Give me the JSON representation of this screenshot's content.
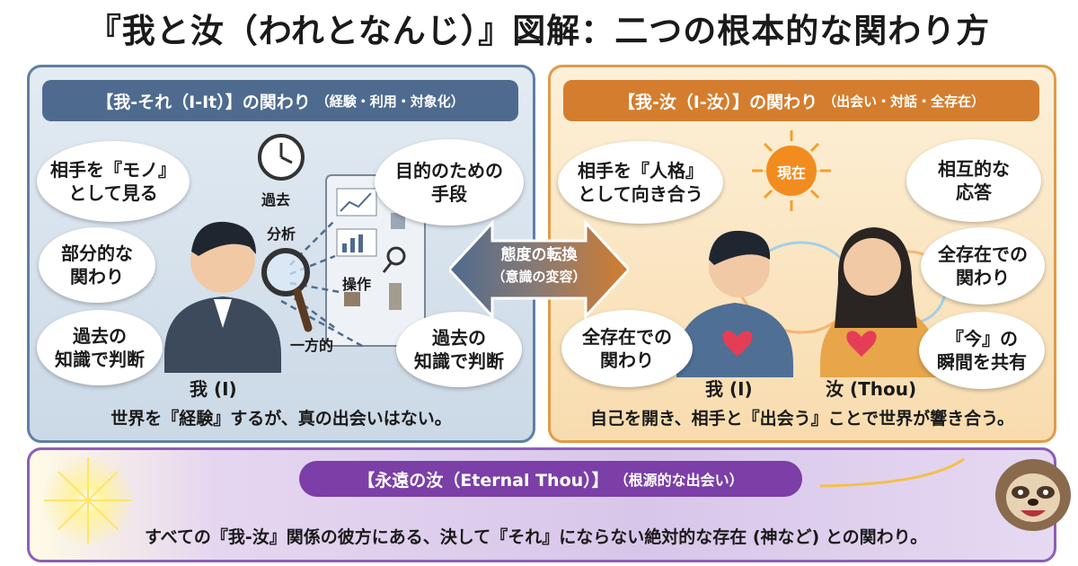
{
  "title": "『我と汝（われとなんじ）』図解：二つの根本的な関わり方",
  "left_panel": {
    "header_main": "【我-それ（I-It）】の関わり",
    "header_sub": "（経験・利用・対象化）",
    "bubbles": [
      "相手を『モノ』\nとして見る",
      "部分的な\n関わり",
      "過去の\n知識で判断",
      "目的のための\n手段",
      "過去の\n知識で判断"
    ],
    "labels": [
      "過去",
      "分析",
      "操作",
      "一方的"
    ],
    "person": "我 (I)",
    "caption": "世界を『経験』するが、真の出会いはない。",
    "color": "#4e6b8f"
  },
  "center_arrow": {
    "line1": "態度の転換",
    "line2": "（意識の変容）"
  },
  "right_panel": {
    "header_main": "【我-汝（I-汝）】の関わり",
    "header_sub": "（出会い・対話・全存在）",
    "sun_label": "現在",
    "bubbles": [
      "相手を『人格』\nとして向き合う",
      "相互的な\n応答",
      "全存在での\n関わり",
      "全存在での\n関わり",
      "『今』の\n瞬間を共有"
    ],
    "person_left": "我 (I)",
    "person_right": "汝 (Thou)",
    "caption": "自己を開き、相手と『出会う』ことで世界が響き合う。",
    "color": "#d47d2e"
  },
  "eternal": {
    "header_main": "【永遠の汝（Eternal Thou）】",
    "header_sub": "（根源的な出会い）",
    "body": "すべての『我-汝』関係の彼方にある、決して『それ』にならない絶対的な存在 (神など) との関わり。",
    "color": "#7b3fa7"
  },
  "icons": [
    "clock-icon",
    "magnifier-icon",
    "chart-icon",
    "chess-piece-icon",
    "heart-icon",
    "sun-icon",
    "sloth-mascot-icon"
  ]
}
